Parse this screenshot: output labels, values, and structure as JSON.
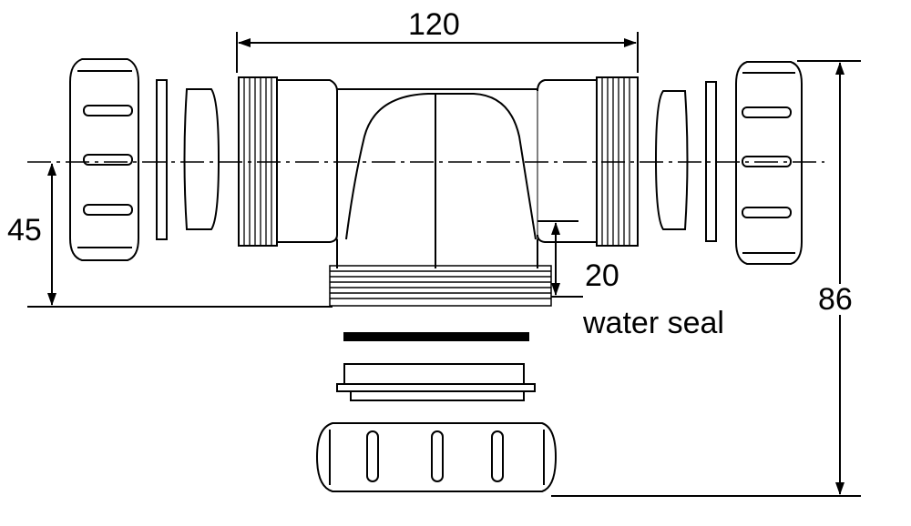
{
  "dimensions": {
    "overall_length": "120",
    "centerline_height": "45",
    "water_seal_depth": "20",
    "water_seal_label": "water seal",
    "overall_height": "86"
  }
}
